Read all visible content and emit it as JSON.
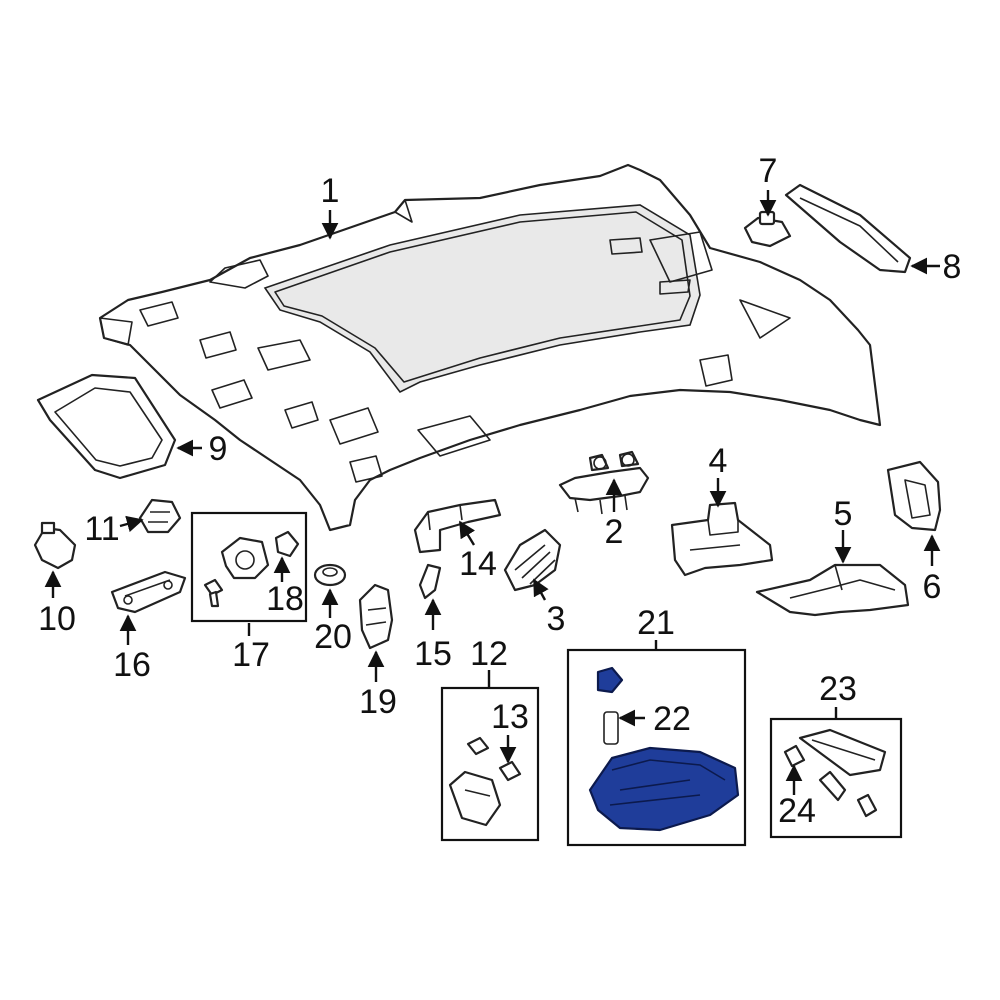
{
  "diagram": {
    "colors": {
      "highlight": "#1f3d9a",
      "line": "#222222",
      "background": "#ffffff"
    },
    "callouts": [
      "1",
      "2",
      "3",
      "4",
      "5",
      "6",
      "7",
      "8",
      "9",
      "10",
      "11",
      "12",
      "13",
      "14",
      "15",
      "16",
      "17",
      "18",
      "19",
      "20",
      "21",
      "22",
      "23",
      "24"
    ],
    "highlighted_part": "21"
  }
}
